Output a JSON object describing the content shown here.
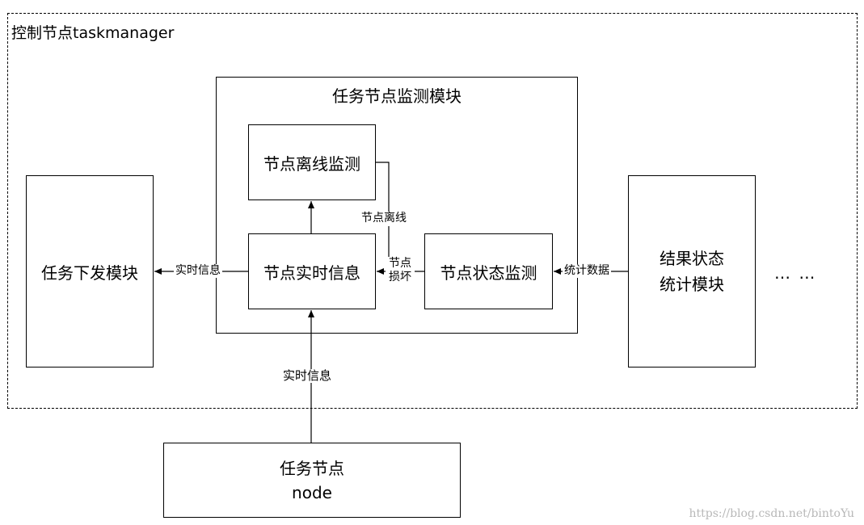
{
  "controller": {
    "title": "控制节点taskmanager"
  },
  "monitor_module": {
    "title": "任务节点监测模块",
    "offline_monitor": "节点离线监测",
    "realtime_info": "节点实时信息",
    "status_monitor": "节点状态监测"
  },
  "dispatch_module": "任务下发模块",
  "stats_module": {
    "line1": "结果状态",
    "line2": "统计模块"
  },
  "ellipsis": "…  …",
  "task_node": {
    "line1": "任务节点",
    "line2": "node"
  },
  "edge_labels": {
    "realtime_to_dispatch": "实时信息",
    "offline_link": "节点离线",
    "damage_line1": "节点",
    "damage_line2": "损坏",
    "stats_data": "统计数据",
    "node_to_realtime": "实时信息"
  },
  "watermark": "https://blog.csdn.net/bintoYu"
}
